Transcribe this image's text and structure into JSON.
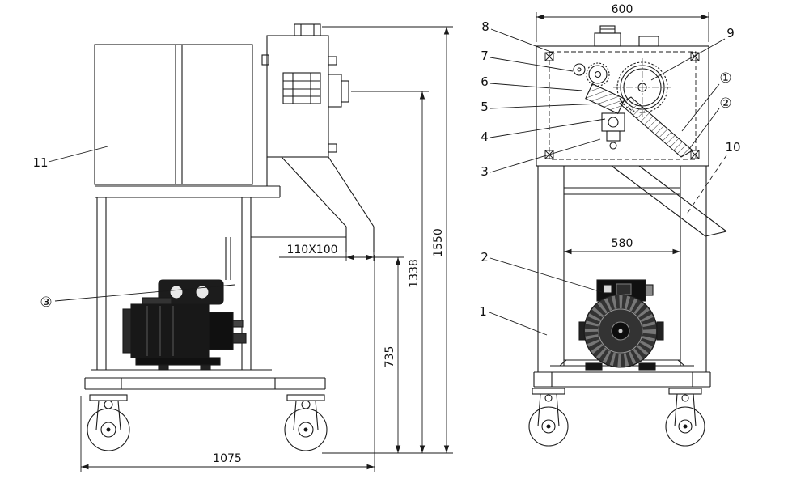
{
  "drawing": {
    "dimensions": {
      "top_width": "600",
      "inner_width": "580",
      "base_width": "1075",
      "total_height": "1550",
      "mid_height": "1338",
      "lower_height": "735",
      "outlet_size": "110X100"
    },
    "callouts": {
      "n1": "1",
      "n2": "2",
      "n3": "3",
      "n4": "4",
      "n5": "5",
      "n6": "6",
      "n7": "7",
      "n8": "8",
      "n9": "9",
      "n10": "10",
      "n11": "11",
      "circled_1": "①",
      "circled_2": "②",
      "circled_3": "③"
    }
  }
}
